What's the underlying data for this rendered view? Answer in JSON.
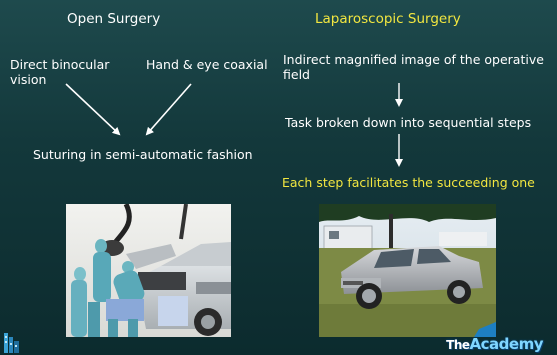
{
  "left": {
    "heading": "Open Surgery",
    "point1": [
      "Direct binocular",
      "vision"
    ],
    "point2": "Hand & eye coaxial",
    "result": "Suturing in semi-automatic fashion"
  },
  "right": {
    "heading": "Laparoscopic Surgery",
    "point1": [
      "Indirect magnified image of the operative",
      "field"
    ],
    "point2": "Task broken down into sequential steps",
    "point3": "Each step facilitates the succeeding one"
  },
  "branding": {
    "the": "The",
    "academy": "Academy"
  },
  "colors": {
    "accent_yellow": "#f2e640",
    "background": "#13383b"
  }
}
